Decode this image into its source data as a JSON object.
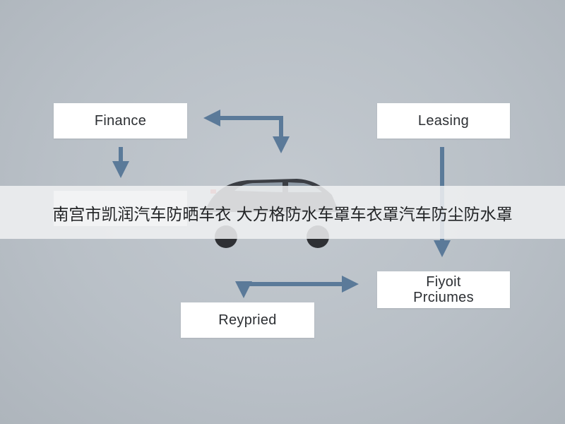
{
  "boxes": {
    "finance": "Finance",
    "leasing": "Leasing",
    "fiyoit_line1": "Fiyoit",
    "fiyoit_line2": "Prciumes",
    "reypried": "Reypried"
  },
  "banner": {
    "text": "南宫市凯润汽车防晒车衣 大方格防水车罩车衣罩汽车防尘防水罩"
  },
  "colors": {
    "arrow": "#5b7a99",
    "box": "#ffffff",
    "background": "#b8bfc6"
  }
}
